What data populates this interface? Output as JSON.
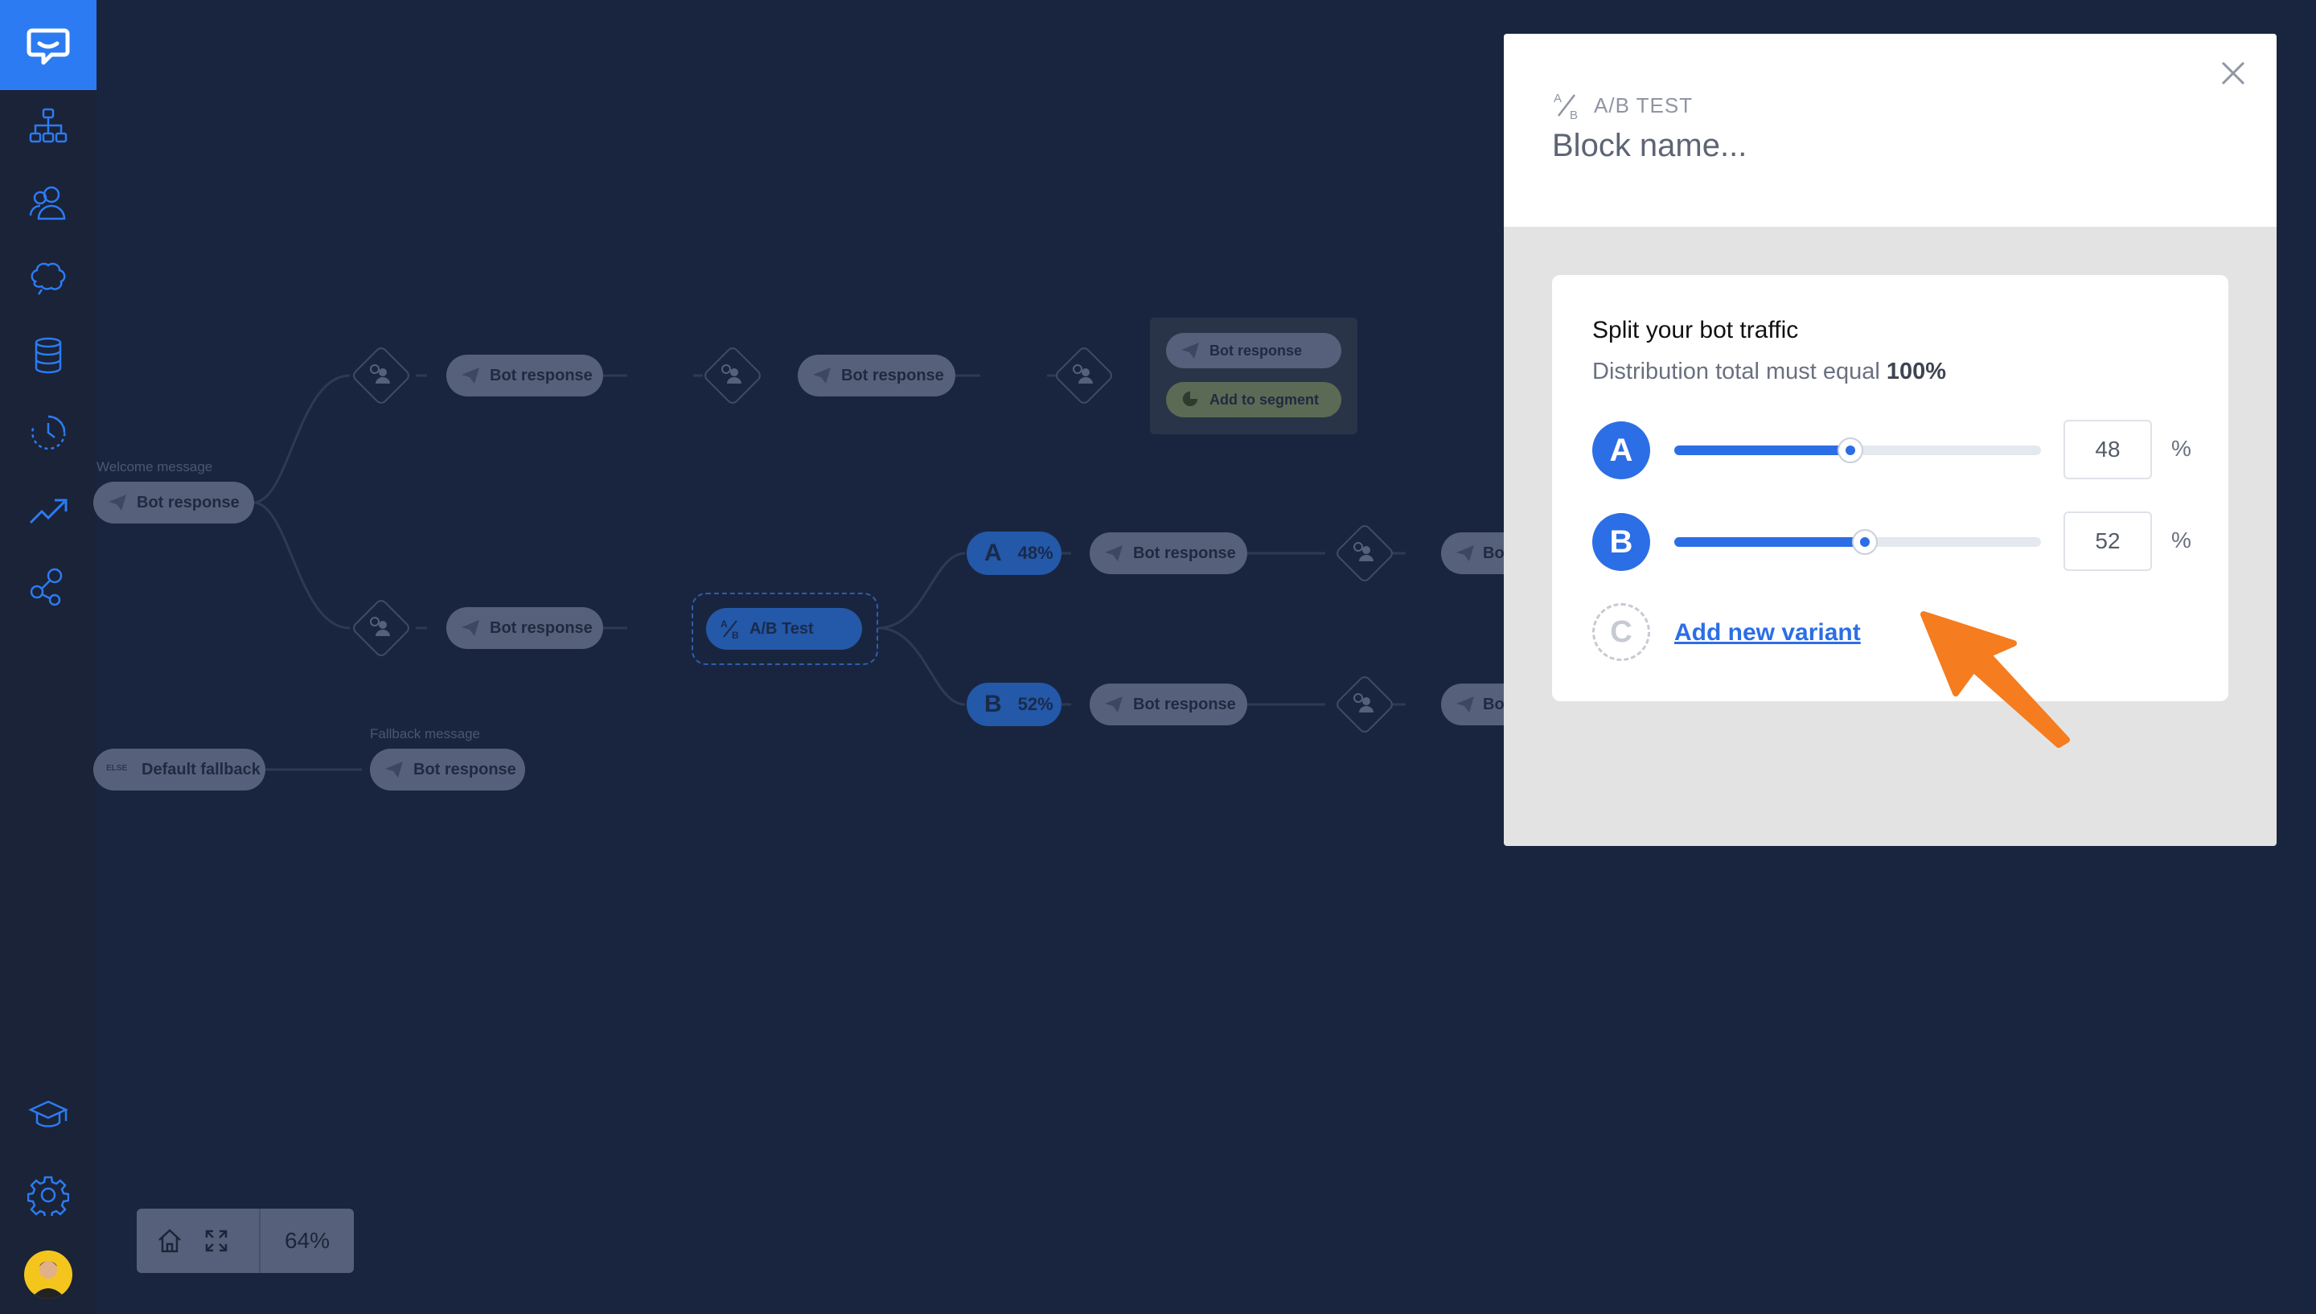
{
  "colors": {
    "background": "#19253f",
    "sidebar": "#1a2337",
    "accent": "#2c7bf2",
    "variant_blue": "#2c6ee5",
    "pointer_orange": "#f57c1f"
  },
  "sidebar": {
    "logo_icon": "chat-bubble-logo",
    "items": [
      {
        "icon": "sitemap-icon",
        "name": "stories"
      },
      {
        "icon": "users-icon",
        "name": "audience"
      },
      {
        "icon": "brain-icon",
        "name": "training"
      },
      {
        "icon": "database-icon",
        "name": "data"
      },
      {
        "icon": "clock-icon",
        "name": "history"
      },
      {
        "icon": "trend-up-icon",
        "name": "reports"
      },
      {
        "icon": "share-icon",
        "name": "integrations"
      }
    ],
    "bottom_items": [
      {
        "icon": "graduation-cap-icon",
        "name": "learn"
      },
      {
        "icon": "gear-icon",
        "name": "settings"
      }
    ]
  },
  "flow": {
    "welcome_caption": "Welcome message",
    "fallback_caption": "Fallback message",
    "bot_response": "Bot response",
    "add_to_segment": "Add to segment",
    "ab_test": "A/B Test",
    "default_fallback": "Default fallback",
    "else_tag": "ELSE",
    "variant_a": {
      "letter": "A",
      "percent": "48%"
    },
    "variant_b": {
      "letter": "B",
      "percent": "52%"
    },
    "truncated_label": "Bo"
  },
  "zoom": {
    "home_icon": "home-icon",
    "fit_icon": "expand-icon",
    "value": "64%"
  },
  "panel": {
    "type_icon": "ab-icon",
    "type_label": "A/B TEST",
    "block_name_placeholder": "Block name...",
    "close_icon": "close-icon",
    "card_title": "Split your bot traffic",
    "card_subtitle_prefix": "Distribution total must equal ",
    "card_subtitle_bold": "100%",
    "variants": [
      {
        "letter": "A",
        "value": "48",
        "level": 0.48,
        "unit": "%"
      },
      {
        "letter": "B",
        "value": "52",
        "level": 0.52,
        "unit": "%"
      }
    ],
    "new_variant_letter": "C",
    "add_variant_label": "Add new variant"
  }
}
